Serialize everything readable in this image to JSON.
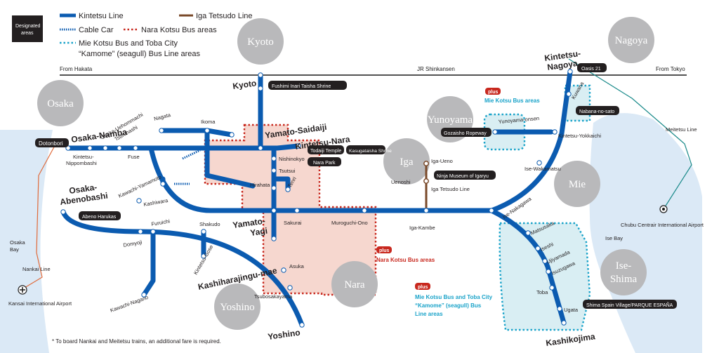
{
  "legend": {
    "designated": [
      "Designated",
      "areas"
    ],
    "kintetsu": "Kintetsu Line",
    "iga_tetsudo": "Iga Tetsudo Line",
    "cable_car": "Cable Car",
    "nara_kotsu": "Nara Kotsu Bus areas",
    "mie_kotsu_1": "Mie Kotsu Bus and Toba City",
    "mie_kotsu_2": "“Kamome” (seagull) Bus Line areas"
  },
  "colors": {
    "kintetsu": "#0b5bb0",
    "iga_tetsudo": "#7a4a2a",
    "nara_kotsu": "#c8281e",
    "mie_kotsu": "#1aa3c9",
    "nara_area_fill": "#f6d7cf",
    "mie_area_fill": "#d9eef3",
    "sea": "#dbe9f6",
    "city_circle": "#b9b9bb",
    "label_box": "#231f20",
    "shinkansen": "#1a1a1a",
    "plus_badge": "#c8281e"
  },
  "shinkansen": {
    "label": "JR Shinkansen",
    "from_hakata": "From Hakata",
    "from_tokyo": "From Tokyo"
  },
  "regions": {
    "osaka": "Osaka",
    "kyoto": "Kyoto",
    "nagoya": "Nagoya",
    "yunoyama": "Yunoyama",
    "iga": "Iga",
    "mie": "Mie",
    "nara": "Nara",
    "ise_shima": [
      "Ise-",
      "Shima"
    ],
    "yoshino": "Yoshino"
  },
  "major_stations": {
    "osaka_namba": "Osaka-Namba",
    "osaka_abenobashi": [
      "Osaka-",
      "Abenobashi"
    ],
    "kyoto": "Kyoto",
    "yamato_saidaiji": "Yamato-Saidaiji",
    "kintetsu_nara": "Kintetsu-Nara",
    "yamato_yagi": [
      "Yamato-",
      "Yagi"
    ],
    "kashiharajingu_mae": "Kashiharajingu-mae",
    "yoshino": "Yoshino",
    "kintetsu_nagoya": [
      "Kintetsu-",
      "Nagoya"
    ],
    "kashikojima": "Kashikojima"
  },
  "stations": {
    "osaka_uehommachi": "Osaka-Uehommachi",
    "tsuruhashi": "Tsuruhashi",
    "nagata": "Nagata",
    "ikoma": "Ikoma",
    "kintetsu_nippombashi": [
      "Kintetsu-",
      "Nippombashi"
    ],
    "fuse": "Fuse",
    "nishinokyo": "Nishinokyo",
    "tsutsui": "Tsutsui",
    "hirahata": "Hirahata",
    "tenri": "Tenri",
    "kawachi_yamamoto": "Kawachi-Yamamoto",
    "kashiwara": "Kashiwara",
    "furuichi": "Furuichi",
    "domyoji": "Domyoji",
    "shakudo": "Shakudo",
    "kintetsu_gose": "Kintetsu-Gose",
    "kawachi_nagano": "Kawachi-Nagano",
    "sakurai": "Sakurai",
    "muroguchi_ono": "Muroguchi-Ono",
    "asuka": "Asuka",
    "tsubosakayama": "Tsubosakayama",
    "iga_ueno": "Iga-Ueno",
    "uenoshi": "Uenoshi",
    "iga_kambe": "Iga-Kambe",
    "yunoyama_onsen": "Yunoyama-onsen",
    "kintetsu_yokkaichi": "Kintetsu-Yokkaichi",
    "kuwana": "Kuwana",
    "ise_wakamatsu": "Ise-Wakamatsu",
    "ise_nakagawa": "Ise-Nakagawa",
    "matsusaka": "Matsusaka",
    "iseshi": "Iseshi",
    "ujiyamada": "Ujiyamada",
    "isuzugawa": "Isuzugawa",
    "toba": "Toba",
    "ugata": "Ugata"
  },
  "boxes": {
    "dotonbori": "Dotonbori",
    "fushimi": "Fushimi Inari Taisha Shrine",
    "todaiji": "Todaiji Temple",
    "kasugataisha": "Kasugataisha Shrine",
    "nara_park": "Nara Park",
    "abeno_harukas": "Abeno Harukas",
    "ninja_museum": "Ninja Museum of Igaryu",
    "gozaisho": "Gozaisho Ropeway",
    "oasis21": "Oasis 21",
    "nabana": "Nabana-no-sato",
    "shima_spain": "Shima Spain Village/PARQUE ESPAÑA"
  },
  "notes": {
    "iga_tetsudo_line": "Iga Tetsudo Line",
    "nankai_line": "Nankai Line",
    "meitetsu_line": "Meitetsu Line",
    "osaka_bay": [
      "Osaka",
      "Bay"
    ],
    "ise_bay": "Ise Bay",
    "kansai_airport": "Kansai International Airport",
    "chubu_airport": "Chubu Centrair International Airport",
    "footnote": "* To board Nankai and Meitetsu trains, an additional fare is required."
  },
  "plus_notes": {
    "plus": "plus",
    "mie_kotsu_bus": "Mie Kotsu Bus areas",
    "nara_kotsu_bus": "Nara Kotsu Bus areas",
    "mie_toba_1": "Mie Kotsu Bus and Toba City",
    "mie_toba_2": "“Kamome” (seagull) Bus",
    "mie_toba_3": "Line areas"
  }
}
